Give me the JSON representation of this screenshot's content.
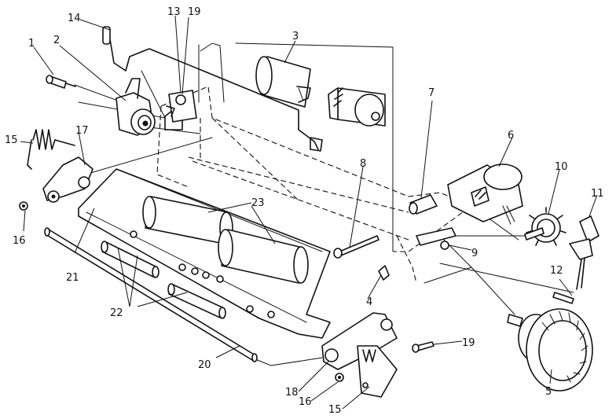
{
  "callouts": [
    {
      "id": "c1",
      "label": "1"
    },
    {
      "id": "c2",
      "label": "2"
    },
    {
      "id": "c3",
      "label": "3"
    },
    {
      "id": "c4",
      "label": "4"
    },
    {
      "id": "c5",
      "label": "5"
    },
    {
      "id": "c6",
      "label": "6"
    },
    {
      "id": "c7",
      "label": "7"
    },
    {
      "id": "c8",
      "label": "8"
    },
    {
      "id": "c9",
      "label": "9"
    },
    {
      "id": "c10",
      "label": "10"
    },
    {
      "id": "c11",
      "label": "11"
    },
    {
      "id": "c12",
      "label": "12"
    },
    {
      "id": "c13",
      "label": "13"
    },
    {
      "id": "c14",
      "label": "14"
    },
    {
      "id": "c15a",
      "label": "15"
    },
    {
      "id": "c15b",
      "label": "15"
    },
    {
      "id": "c16a",
      "label": "16"
    },
    {
      "id": "c16b",
      "label": "16"
    },
    {
      "id": "c17",
      "label": "17"
    },
    {
      "id": "c18",
      "label": "18"
    },
    {
      "id": "c19a",
      "label": "19"
    },
    {
      "id": "c19b",
      "label": "19"
    },
    {
      "id": "c20",
      "label": "20"
    },
    {
      "id": "c21",
      "label": "21"
    },
    {
      "id": "c22",
      "label": "22"
    },
    {
      "id": "c23",
      "label": "23"
    }
  ]
}
